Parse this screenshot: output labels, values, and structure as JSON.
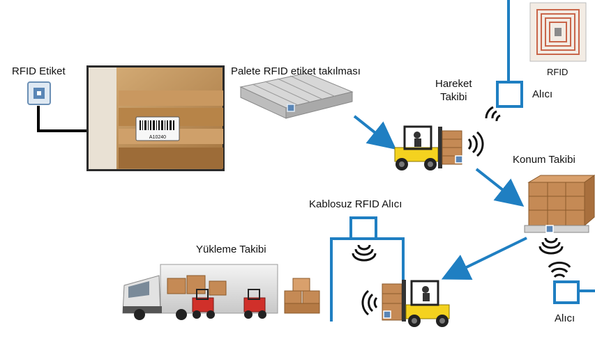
{
  "labels": {
    "rfid_tag": "RFID Etiket",
    "pallet_tagging": "Palete RFID etiket takılması",
    "motion_tracking": "Hareket\nTakibi",
    "receiver_top": "Alıcı",
    "rfid_chip": "RFID",
    "location_tracking": "Konum Takibi",
    "wireless_receiver": "Kablosuz RFID Alıcı",
    "loading_tracking": "Yükleme Takibi",
    "receiver_bottom": "Alıcı",
    "barcode_text": "A10240"
  },
  "colors": {
    "arrow_blue": "#1f7fc2",
    "receiver_blue": "#1f7fc2",
    "forklift_yellow": "#f4d21f",
    "box_brown": "#c58a55",
    "rfid_copper": "#c9664a"
  }
}
